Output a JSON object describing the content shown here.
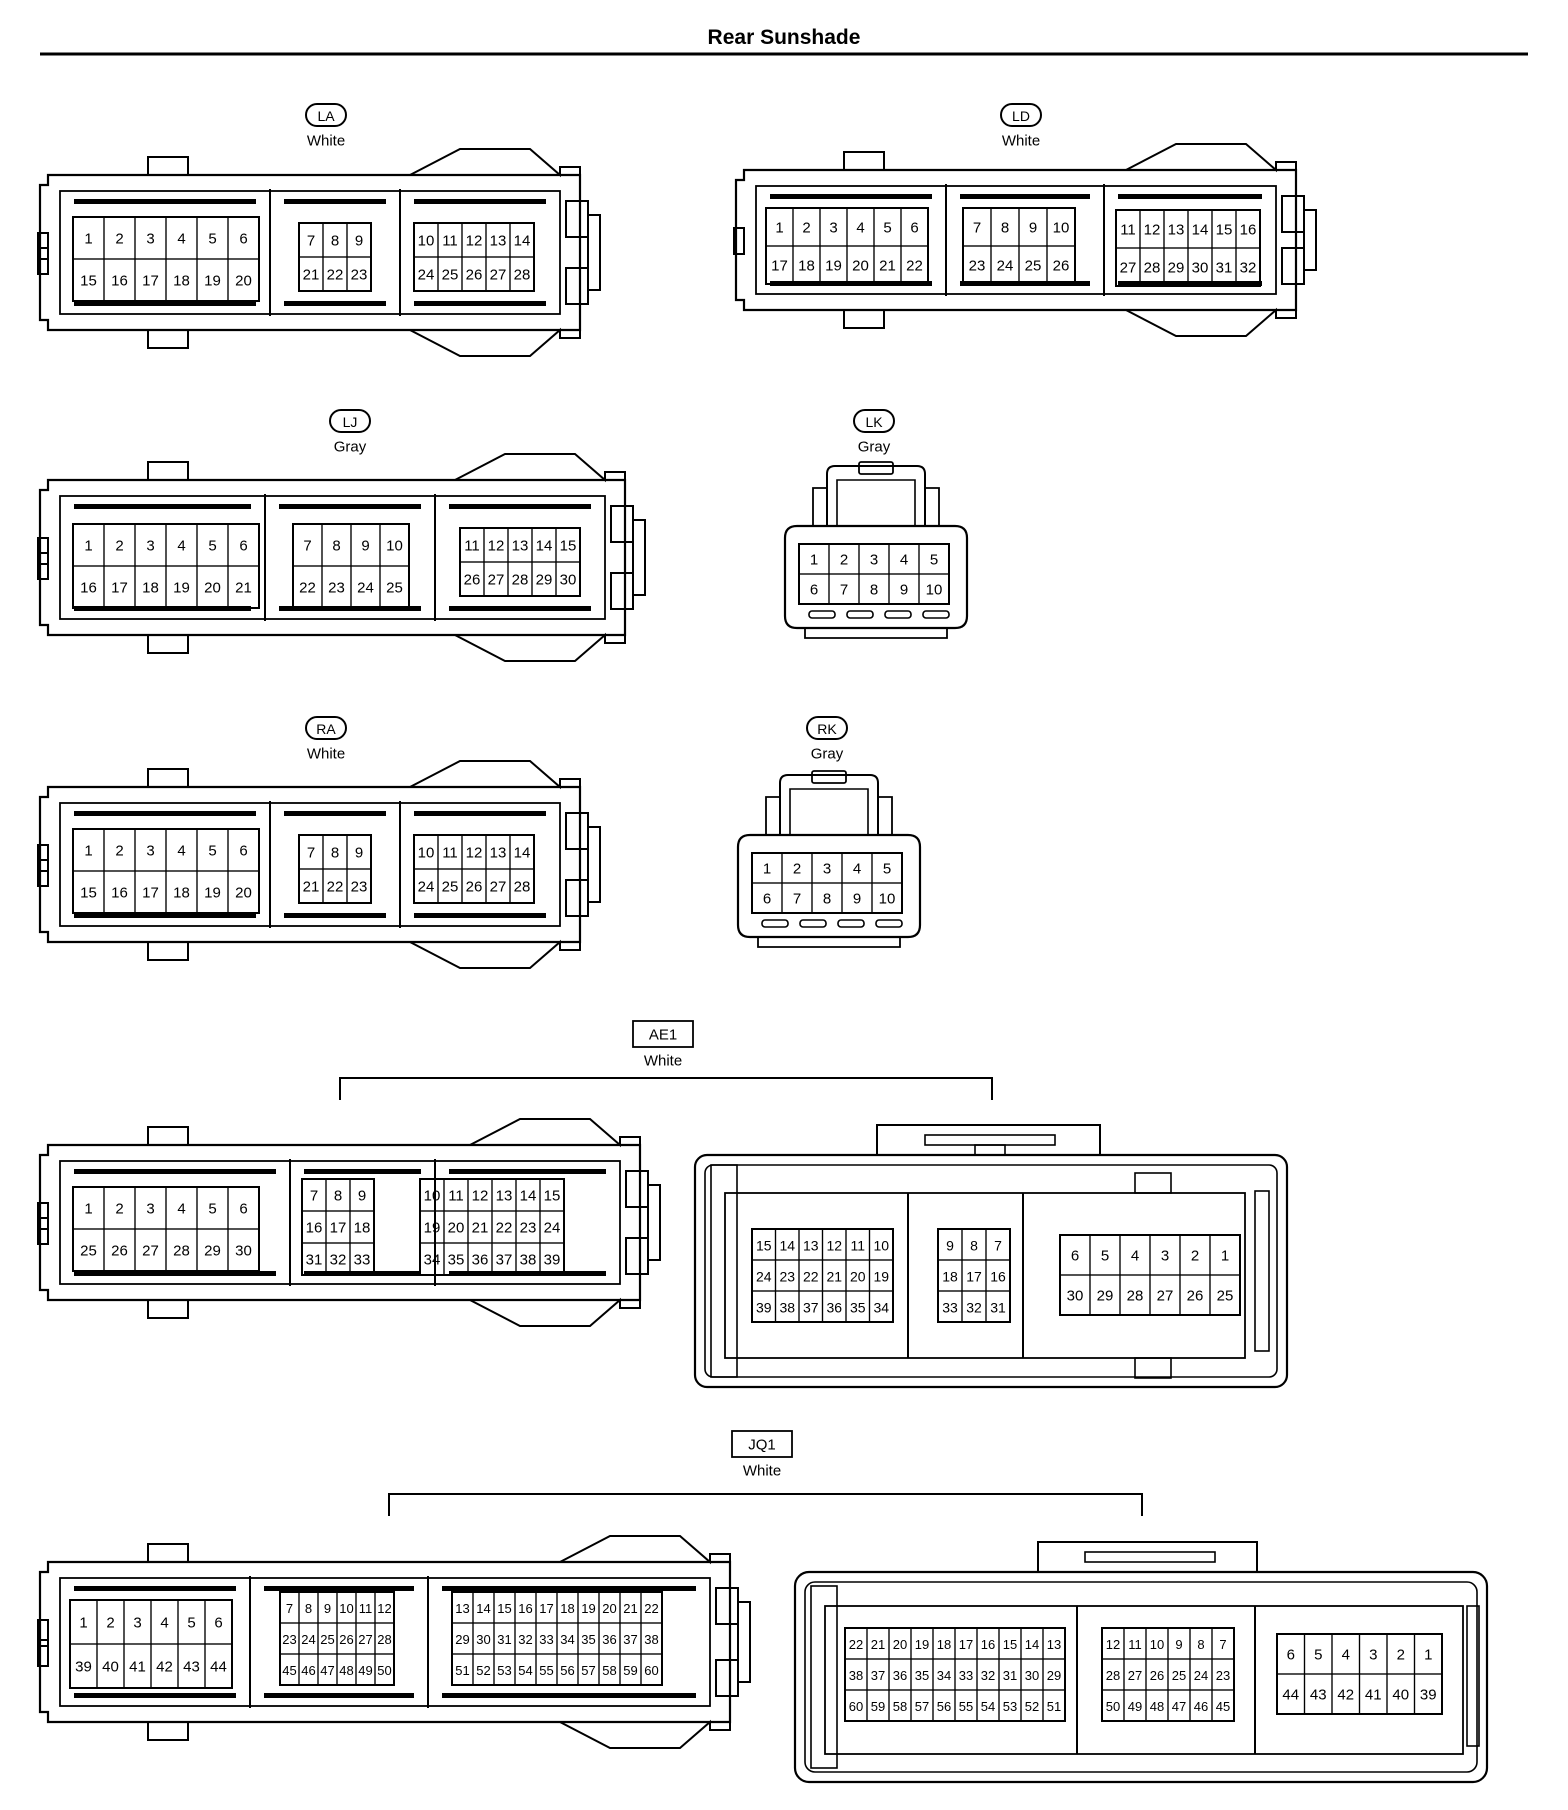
{
  "title": "Rear Sunshade",
  "connectors": {
    "LA": {
      "id": "LA",
      "color": "White",
      "blocks": [
        [
          [
            "1",
            "2",
            "3",
            "4",
            "5",
            "6"
          ],
          [
            "15",
            "16",
            "17",
            "18",
            "19",
            "20"
          ]
        ],
        [
          [
            "7",
            "8",
            "9"
          ],
          [
            "21",
            "22",
            "23"
          ]
        ],
        [
          [
            "10",
            "11",
            "12",
            "13",
            "14"
          ],
          [
            "24",
            "25",
            "26",
            "27",
            "28"
          ]
        ]
      ]
    },
    "LD": {
      "id": "LD",
      "color": "White",
      "blocks": [
        [
          [
            "1",
            "2",
            "3",
            "4",
            "5",
            "6"
          ],
          [
            "17",
            "18",
            "19",
            "20",
            "21",
            "22"
          ]
        ],
        [
          [
            "7",
            "8",
            "9",
            "10"
          ],
          [
            "23",
            "24",
            "25",
            "26"
          ]
        ],
        [
          [
            "11",
            "12",
            "13",
            "14",
            "15",
            "16"
          ],
          [
            "27",
            "28",
            "29",
            "30",
            "31",
            "32"
          ]
        ]
      ]
    },
    "LJ": {
      "id": "LJ",
      "color": "Gray",
      "blocks": [
        [
          [
            "1",
            "2",
            "3",
            "4",
            "5",
            "6"
          ],
          [
            "16",
            "17",
            "18",
            "19",
            "20",
            "21"
          ]
        ],
        [
          [
            "7",
            "8",
            "9",
            "10"
          ],
          [
            "22",
            "23",
            "24",
            "25"
          ]
        ],
        [
          [
            "11",
            "12",
            "13",
            "14",
            "15"
          ],
          [
            "26",
            "27",
            "28",
            "29",
            "30"
          ]
        ]
      ]
    },
    "LK": {
      "id": "LK",
      "color": "Gray",
      "blocks": [
        [
          [
            "1",
            "2",
            "3",
            "4",
            "5"
          ],
          [
            "6",
            "7",
            "8",
            "9",
            "10"
          ]
        ]
      ]
    },
    "RA": {
      "id": "RA",
      "color": "White",
      "blocks": [
        [
          [
            "1",
            "2",
            "3",
            "4",
            "5",
            "6"
          ],
          [
            "15",
            "16",
            "17",
            "18",
            "19",
            "20"
          ]
        ],
        [
          [
            "7",
            "8",
            "9"
          ],
          [
            "21",
            "22",
            "23"
          ]
        ],
        [
          [
            "10",
            "11",
            "12",
            "13",
            "14"
          ],
          [
            "24",
            "25",
            "26",
            "27",
            "28"
          ]
        ]
      ]
    },
    "RK": {
      "id": "RK",
      "color": "Gray",
      "blocks": [
        [
          [
            "1",
            "2",
            "3",
            "4",
            "5"
          ],
          [
            "6",
            "7",
            "8",
            "9",
            "10"
          ]
        ]
      ]
    },
    "AE1": {
      "id": "AE1",
      "color": "White",
      "male": [
        [
          [
            "1",
            "2",
            "3",
            "4",
            "5",
            "6"
          ],
          [
            "25",
            "26",
            "27",
            "28",
            "29",
            "30"
          ]
        ],
        [
          [
            "7",
            "8",
            "9"
          ],
          [
            "16",
            "17",
            "18"
          ],
          [
            "31",
            "32",
            "33"
          ]
        ],
        [
          [
            "10",
            "11",
            "12",
            "13",
            "14",
            "15"
          ],
          [
            "19",
            "20",
            "21",
            "22",
            "23",
            "24"
          ],
          [
            "34",
            "35",
            "36",
            "37",
            "38",
            "39"
          ]
        ]
      ],
      "female": [
        [
          [
            "15",
            "14",
            "13",
            "12",
            "11",
            "10"
          ],
          [
            "24",
            "23",
            "22",
            "21",
            "20",
            "19"
          ],
          [
            "39",
            "38",
            "37",
            "36",
            "35",
            "34"
          ]
        ],
        [
          [
            "9",
            "8",
            "7"
          ],
          [
            "18",
            "17",
            "16"
          ],
          [
            "33",
            "32",
            "31"
          ]
        ],
        [
          [
            "6",
            "5",
            "4",
            "3",
            "2",
            "1"
          ],
          [
            "30",
            "29",
            "28",
            "27",
            "26",
            "25"
          ]
        ]
      ]
    },
    "JQ1": {
      "id": "JQ1",
      "color": "White",
      "male": [
        [
          [
            "1",
            "2",
            "3",
            "4",
            "5",
            "6"
          ],
          [
            "39",
            "40",
            "41",
            "42",
            "43",
            "44"
          ]
        ],
        [
          [
            "7",
            "8",
            "9",
            "10",
            "11",
            "12"
          ],
          [
            "23",
            "24",
            "25",
            "26",
            "27",
            "28"
          ],
          [
            "45",
            "46",
            "47",
            "48",
            "49",
            "50"
          ]
        ],
        [
          [
            "13",
            "14",
            "15",
            "16",
            "17",
            "18",
            "19",
            "20",
            "21",
            "22"
          ],
          [
            "29",
            "30",
            "31",
            "32",
            "33",
            "34",
            "35",
            "36",
            "37",
            "38"
          ],
          [
            "51",
            "52",
            "53",
            "54",
            "55",
            "56",
            "57",
            "58",
            "59",
            "60"
          ]
        ]
      ],
      "female": [
        [
          [
            "22",
            "21",
            "20",
            "19",
            "18",
            "17",
            "16",
            "15",
            "14",
            "13"
          ],
          [
            "38",
            "37",
            "36",
            "35",
            "34",
            "33",
            "32",
            "31",
            "30",
            "29"
          ],
          [
            "60",
            "59",
            "58",
            "57",
            "56",
            "55",
            "54",
            "53",
            "52",
            "51"
          ]
        ],
        [
          [
            "12",
            "11",
            "10",
            "9",
            "8",
            "7"
          ],
          [
            "28",
            "27",
            "26",
            "25",
            "24",
            "23"
          ],
          [
            "50",
            "49",
            "48",
            "47",
            "46",
            "45"
          ]
        ],
        [
          [
            "6",
            "5",
            "4",
            "3",
            "2",
            "1"
          ],
          [
            "44",
            "43",
            "42",
            "41",
            "40",
            "39"
          ]
        ]
      ]
    }
  }
}
